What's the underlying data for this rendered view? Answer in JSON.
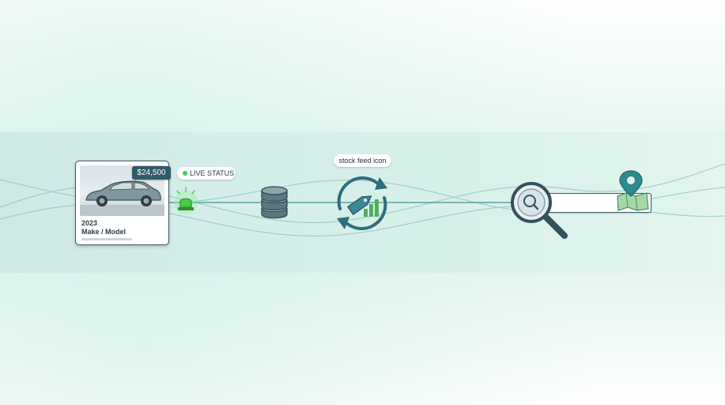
{
  "listing_card": {
    "price": "$24,500",
    "year": "2023",
    "model": "Make / Model"
  },
  "status_pill": {
    "label": "LIVE STATUS"
  },
  "feed_pill": {
    "label": "stock feed icon"
  },
  "colors": {
    "band": "#d6eeea",
    "accent_dark": "#2f5a69",
    "teal": "#2d7a85",
    "status_green": "#3ccf5a",
    "card_border": "#3c5665",
    "map_green": "#7cc68a",
    "pin_teal": "#2b8b8e"
  },
  "icons": [
    "car-photo",
    "siren-icon",
    "database-icon",
    "stock-feed-icon",
    "magnifier-icon",
    "map-pin-icon"
  ]
}
